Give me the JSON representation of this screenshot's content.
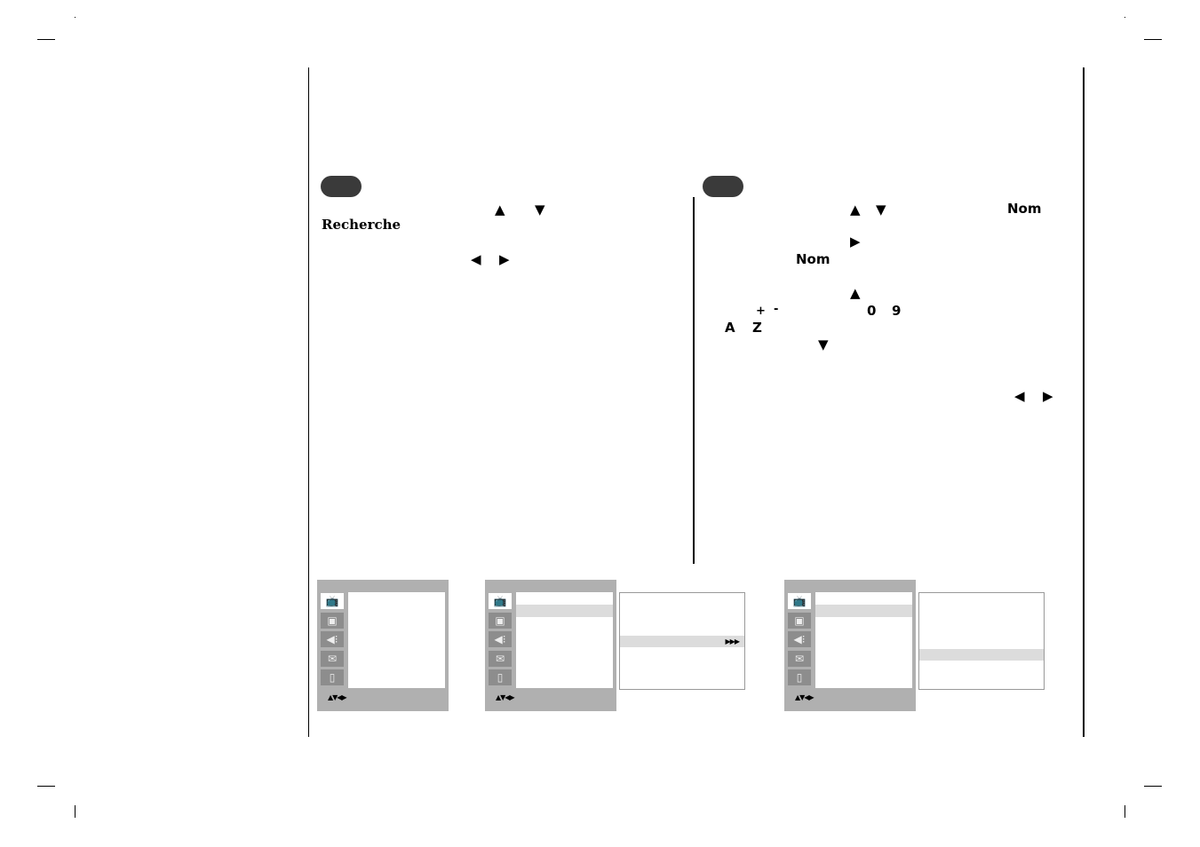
{
  "left_column": {
    "step_badge": "",
    "arrow_up": "▲",
    "arrow_down": "▼",
    "keyword_search": "Recherche",
    "arrow_left": "◀",
    "arrow_right": "▶"
  },
  "right_column": {
    "step_badge": "",
    "arrow_up": "▲",
    "arrow_down": "▼",
    "keyword_name_1": "Nom",
    "arrow_right": "▶",
    "keyword_name_2": "Nom",
    "arrow_up_2": "▲",
    "plus": "+",
    "minus": "-",
    "digit_from": "0",
    "digit_to": "9",
    "letter_from": "A",
    "letter_to": "Z",
    "arrow_down_2": "▼",
    "arrow_left_2": "◀",
    "arrow_right_2": "▶"
  },
  "osd_screens": [
    {
      "nav_hint": "▲▼◀▶",
      "submenu_arrows": ""
    },
    {
      "nav_hint": "▲▼◀▶",
      "submenu_arrows": "▶▶▶"
    },
    {
      "nav_hint": "▲▼◀▶",
      "submenu_arrows": ""
    }
  ],
  "menu_icons": [
    "tv-station-icon",
    "picture-icon",
    "sound-icon",
    "time-icon",
    "special-icon"
  ],
  "colors": {
    "osd_frame": "#b0b0b0",
    "osd_icon": "#8d8d8d",
    "highlight": "#dcdcdc",
    "badge": "#3a3a3a"
  }
}
